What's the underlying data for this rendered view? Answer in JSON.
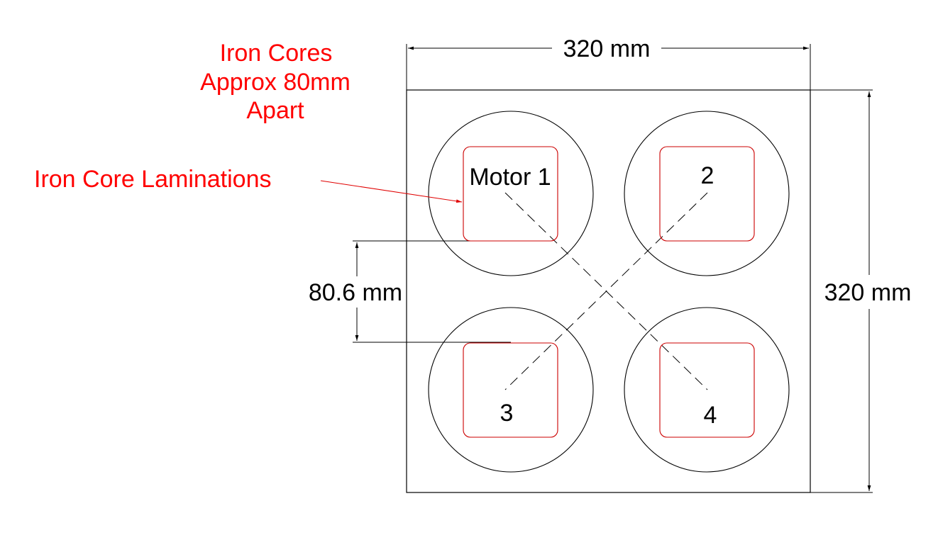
{
  "annotations": {
    "cores_note_line1": "Iron Cores",
    "cores_note_line2": "Approx 80mm",
    "cores_note_line3": "Apart",
    "laminations_label": "Iron Core Laminations"
  },
  "dimensions": {
    "width": "320 mm",
    "height": "320 mm",
    "core_spacing": "80.6 mm"
  },
  "motors": {
    "m1": "Motor 1",
    "m2": "2",
    "m3": "3",
    "m4": "4"
  },
  "colors": {
    "line": "#000000",
    "annotation": "#ff0000",
    "core": "#cc0000"
  }
}
